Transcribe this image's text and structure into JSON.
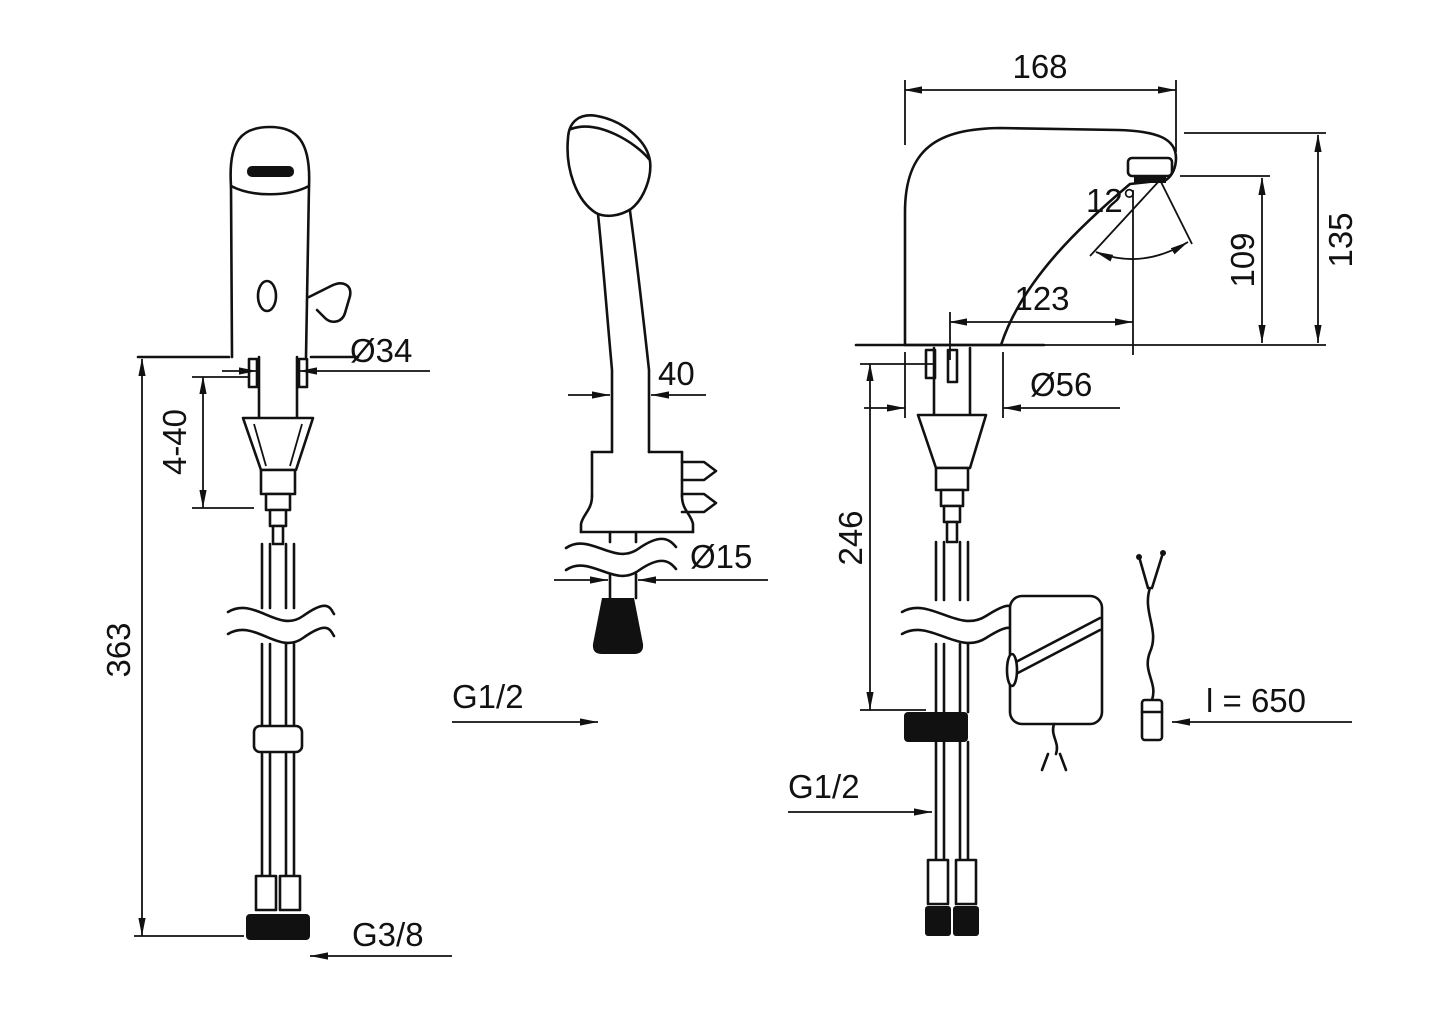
{
  "app": {
    "background": "#ffffff",
    "ink": "#111111"
  },
  "front_view": {
    "dia_shank": "Ø34",
    "clamp_range": "4-40",
    "install_depth": "363",
    "thread_bottom": "G3/8"
  },
  "spray_view": {
    "width": "40",
    "dia_hose": "Ø15",
    "thread": "G1/2"
  },
  "side_view": {
    "reach_total": "168",
    "jet_angle": "12°",
    "outlet_height": "109",
    "total_height": "135",
    "outlet_reach": "123",
    "dia_base": "Ø56",
    "below_deck": "246",
    "thread": "G1/2",
    "cable_length": "l = 650"
  }
}
